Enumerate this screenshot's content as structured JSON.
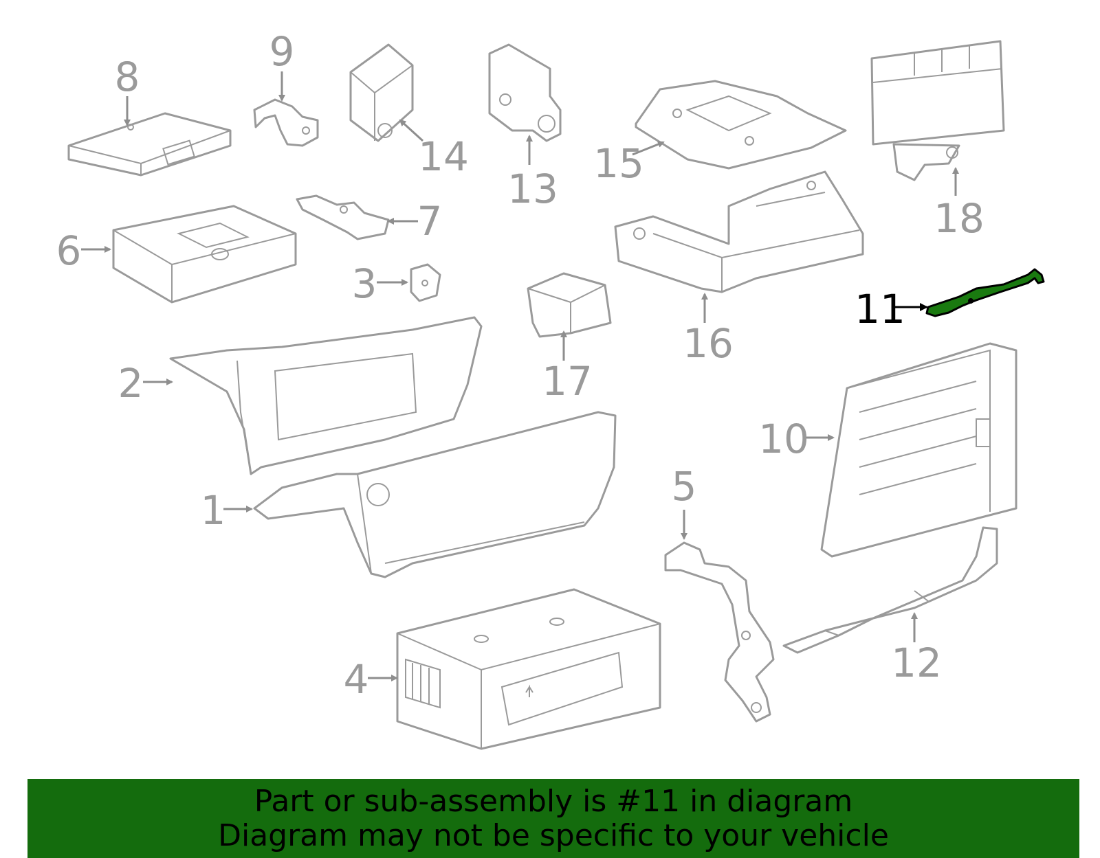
{
  "highlight_color": "#146c0d",
  "part_stroke_color": "#9a9a9a",
  "callouts": {
    "c1": "1",
    "c2": "2",
    "c3": "3",
    "c4": "4",
    "c5": "5",
    "c6": "6",
    "c7": "7",
    "c8": "8",
    "c9": "9",
    "c10": "10",
    "c11": "11",
    "c12": "12",
    "c13": "13",
    "c14": "14",
    "c15": "15",
    "c16": "16",
    "c17": "17",
    "c18": "18"
  },
  "highlighted_callout": "11",
  "banner": {
    "line1": "Part or sub-assembly is #11 in diagram",
    "line2": "Diagram may not be specific to your vehicle"
  }
}
